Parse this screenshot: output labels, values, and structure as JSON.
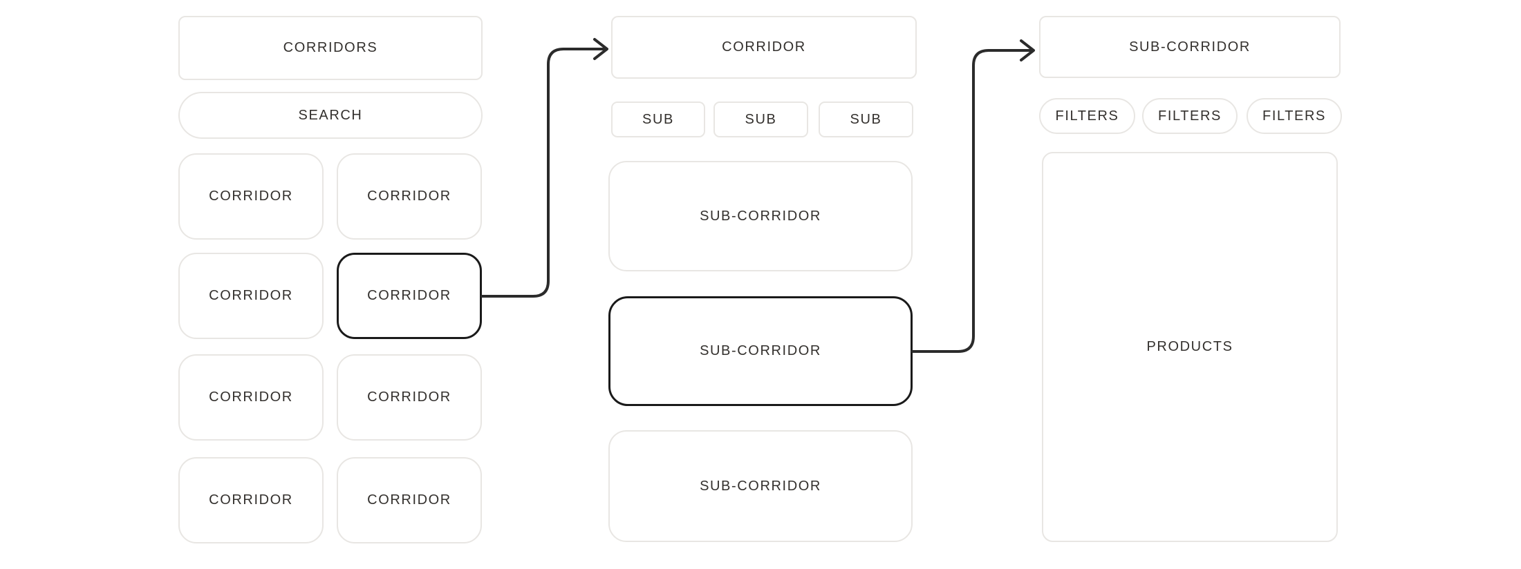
{
  "colors": {
    "background": "#ffffff",
    "card_border": "#e8e6e3",
    "selected_border": "#1a1a1a",
    "text": "#33302d",
    "arrow": "#2b2b2b"
  },
  "left_panel": {
    "title": "CORRIDORS",
    "search_label": "SEARCH",
    "corridors": [
      {
        "label": "CORRIDOR",
        "selected": false
      },
      {
        "label": "CORRIDOR",
        "selected": false
      },
      {
        "label": "CORRIDOR",
        "selected": false
      },
      {
        "label": "CORRIDOR",
        "selected": true
      },
      {
        "label": "CORRIDOR",
        "selected": false
      },
      {
        "label": "CORRIDOR",
        "selected": false
      },
      {
        "label": "CORRIDOR",
        "selected": false
      },
      {
        "label": "CORRIDOR",
        "selected": false
      }
    ]
  },
  "middle_panel": {
    "title": "CORRIDOR",
    "sub_tabs": [
      {
        "label": "SUB"
      },
      {
        "label": "SUB"
      },
      {
        "label": "SUB"
      }
    ],
    "sub_corridors": [
      {
        "label": "SUB-CORRIDOR",
        "selected": false
      },
      {
        "label": "SUB-CORRIDOR",
        "selected": true
      },
      {
        "label": "SUB-CORRIDOR",
        "selected": false
      }
    ]
  },
  "right_panel": {
    "title": "SUB-CORRIDOR",
    "filters": [
      {
        "label": "FILTERS"
      },
      {
        "label": "FILTERS"
      },
      {
        "label": "FILTERS"
      }
    ],
    "products_label": "PRODUCTS"
  }
}
